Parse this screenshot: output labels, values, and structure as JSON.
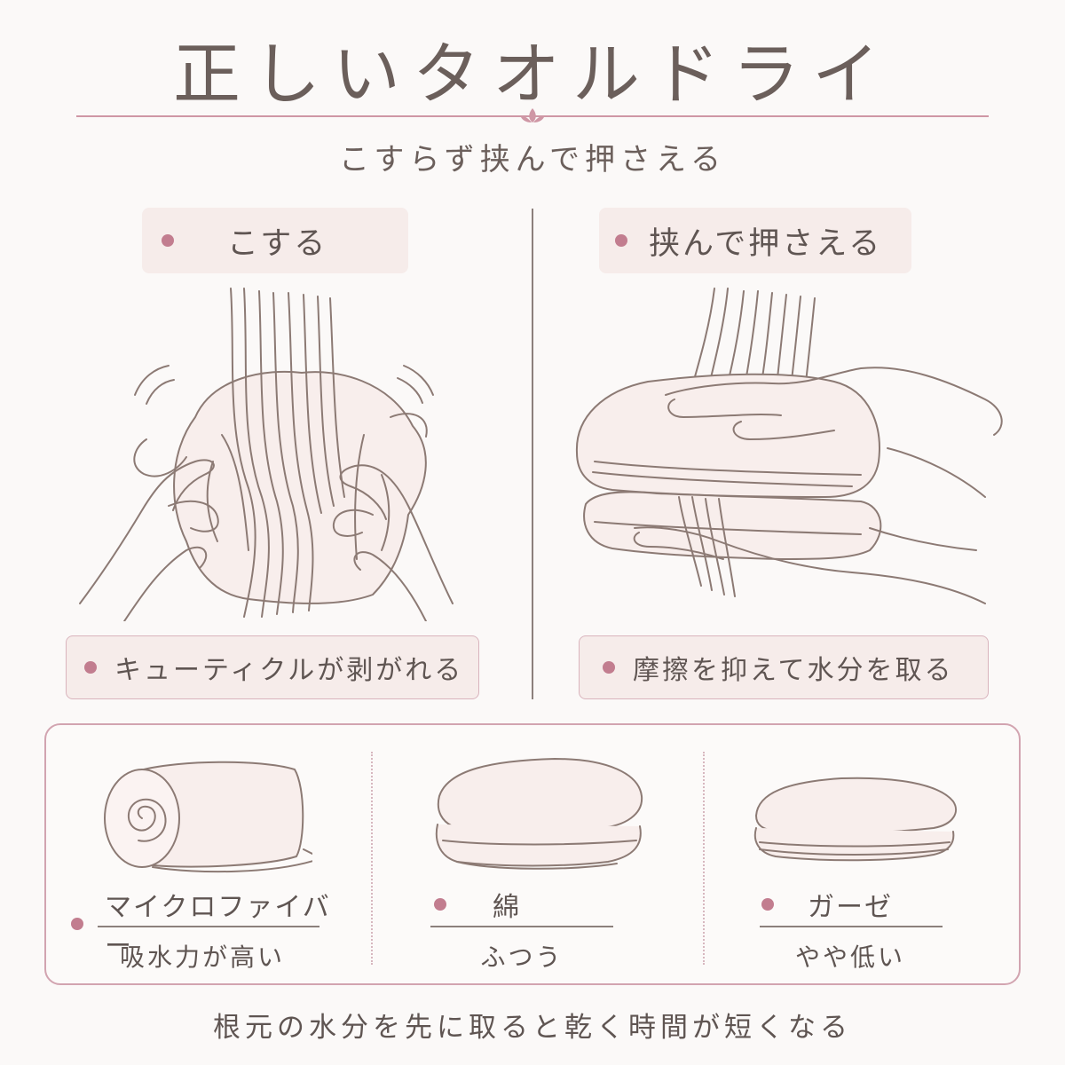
{
  "title": "正しいタオルドライ",
  "subtitle": "こすらず挟んで押さえる",
  "left": {
    "heading": "こする",
    "caption": "キューティクルが剥がれる"
  },
  "right": {
    "heading": "挟んで押さえる",
    "caption": "摩擦を抑えて水分を取る"
  },
  "towels": [
    {
      "name": "マイクロファイバー",
      "note": "吸水力が高い"
    },
    {
      "name": "綿",
      "note": "ふつう"
    },
    {
      "name": "ガーゼ",
      "note": "やや低い"
    }
  ],
  "footer": "根元の水分を先に取ると乾く時間が短くなる",
  "colors": {
    "accent": "#c27d8f",
    "line": "#8c807c",
    "pill": "#f6ecea",
    "border": "#d2a4b0"
  }
}
